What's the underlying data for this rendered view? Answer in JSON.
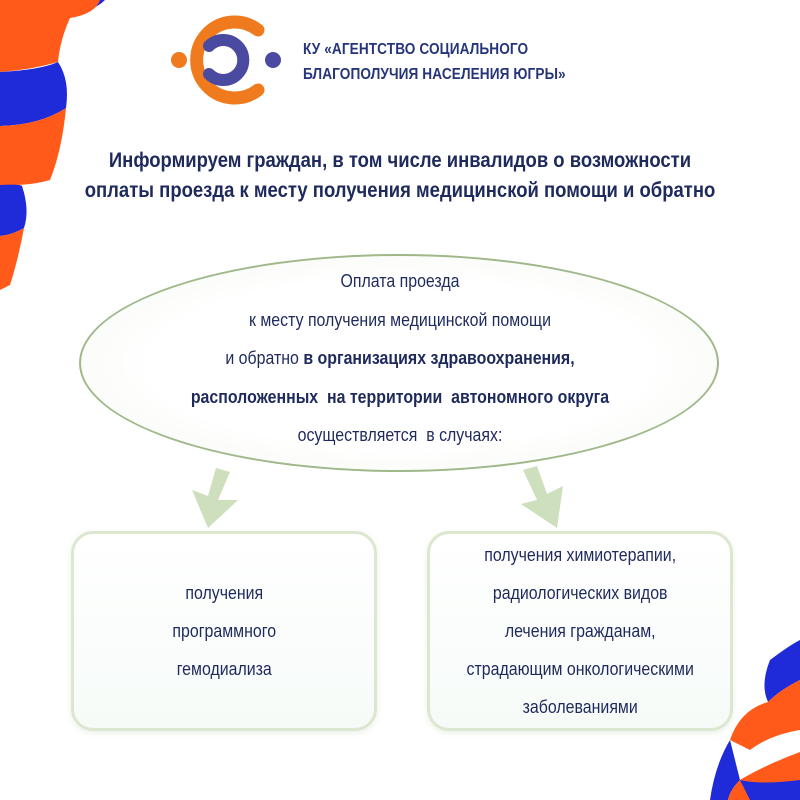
{
  "brand": {
    "logo_icon": "agency-logo-icon",
    "org_name_line1": "КУ «АГЕНТСТВО СОЦИАЛЬНОГО",
    "org_name_line2": "БЛАГОПОЛУЧИЯ НАСЕЛЕНИЯ ЮГРЫ»",
    "colors": {
      "orange": "#f07a1e",
      "purple": "#4a4aa0",
      "ribbon_orange": "#ff5a1a",
      "ribbon_blue": "#1f2bd8",
      "text_navy": "#1f2a5c",
      "green_outline": "#9fb88a",
      "card_border": "#dbe8cf"
    }
  },
  "heading": {
    "line1": "Информируем граждан, в том числе инвалидов о возможности",
    "line2": "оплаты проезда к месту получения медицинской помощи и обратно"
  },
  "ellipse": {
    "line1": "Оплата проезда",
    "line2": "к месту получения медицинской помощи",
    "line3_regular": "и обратно ",
    "line3_bold": "в организациях здравоохранения,",
    "line4_bold": "расположенных  на территории  автономного округа",
    "line5": "осуществляется  в случаях:"
  },
  "cards": {
    "left": {
      "lines": [
        "получения",
        "программного",
        "гемодиализа"
      ]
    },
    "right": {
      "lines": [
        "получения химиотерапии,",
        "радиологических видов",
        "лечения гражданам,",
        "страдающим онкологическими",
        "заболеваниями"
      ]
    }
  },
  "icons": {
    "arrow_left": "arrow-down-left-icon",
    "arrow_right": "arrow-down-right-icon",
    "ribbon_top_left": "tricolor-ribbon-decoration",
    "ribbon_bottom_right": "tricolor-ribbon-decoration"
  }
}
